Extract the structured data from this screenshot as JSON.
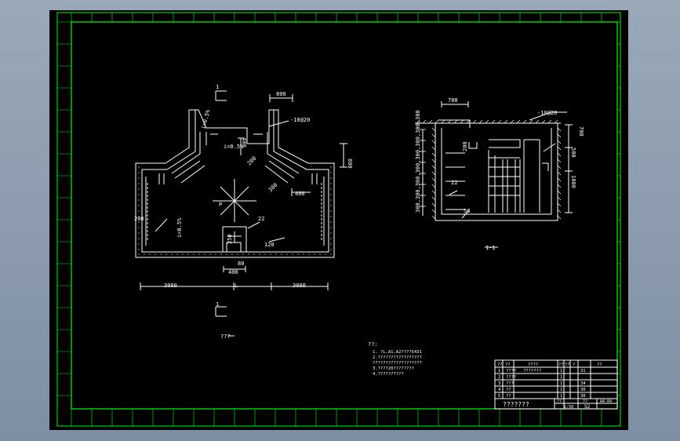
{
  "plan": {
    "section_mark_top": "1",
    "section_mark_bottom": "1",
    "dim_top_width": "800",
    "dim_right_height": "800",
    "slope_1": "i=0.5%",
    "slope_2": "i=0.5%",
    "slope_3": "i=0.5%",
    "rebar_label": "-10@20",
    "dim_400_a": "400",
    "dim_400_b": "400",
    "dim_400_c": "400",
    "dim_200_a": "200",
    "dim_200_b": "200",
    "dim_300": "300",
    "dim_250": "250",
    "dim_120": "120",
    "dim_80": "80",
    "dim_left": "3000",
    "dim_middle": "L",
    "dim_right": "3000",
    "symbol_p": "P",
    "label_22": "22",
    "caption": "???"
  },
  "section": {
    "dim_top": "700",
    "rebar_label": "-10@20",
    "left_dims": "300,300,300,300,300,300,300,300",
    "right_dim_1": "700",
    "right_dim_2": "500",
    "right_dim_3": "1000",
    "label_22": "22",
    "label_50": "50",
    "label_200": "200",
    "caption": "1-1"
  },
  "notes": {
    "title": "??:",
    "lines": [
      "1. ?L,A1,A2????5431",
      "2.?????????????????",
      "  ???????????????????",
      "3.????20????????",
      "4.??????????"
    ]
  },
  "title_block": {
    "headers": [
      "??",
      "??",
      "????",
      "??",
      "??",
      "?",
      "??"
    ],
    "rows": [
      [
        "1",
        "????",
        "???????",
        "1",
        "",
        "31"
      ],
      [
        "2",
        "????",
        "",
        "1",
        "",
        ""
      ],
      [
        "3",
        "???",
        "",
        "1",
        "",
        "34"
      ],
      [
        "4",
        "??",
        "",
        "1",
        "",
        "30"
      ],
      [
        "5",
        "??",
        "",
        "1",
        "",
        "30"
      ]
    ],
    "drawing_name": "???????",
    "scale_label": "??",
    "scale_value": "1:50",
    "sheet_label": "??",
    "sheet_value": "S2",
    "format": "A4-04"
  },
  "colors": {
    "background": "#000000",
    "frame": "#00ff00",
    "lines": "#ffffff",
    "text_yellow": "#ffff00",
    "screen_bg": "#8c9bae"
  }
}
